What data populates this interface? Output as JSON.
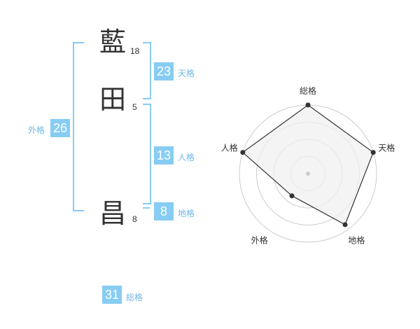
{
  "name": {
    "chars": [
      {
        "char": "藍",
        "strokes": "18"
      },
      {
        "char": "田",
        "strokes": "5"
      },
      {
        "char": "昌",
        "strokes": "8"
      }
    ]
  },
  "fortunes": {
    "tenkaku": {
      "value": "23",
      "label": "天格"
    },
    "jinkaku": {
      "value": "13",
      "label": "人格"
    },
    "chikaku": {
      "value": "8",
      "label": "地格"
    },
    "gaikaku": {
      "value": "26",
      "label": "外格"
    },
    "soukaku": {
      "value": "31",
      "label": "総格"
    }
  },
  "chart_data": {
    "type": "radar",
    "axes": [
      "総格",
      "天格",
      "地格",
      "外格",
      "人格"
    ],
    "values": [
      1.0,
      1.0,
      0.92,
      0.4,
      1.0
    ],
    "rings": 4,
    "colors": {
      "fill": "#f0f0f0",
      "line": "#333333",
      "grid": "#cccccc",
      "center": "#cccccc"
    }
  }
}
